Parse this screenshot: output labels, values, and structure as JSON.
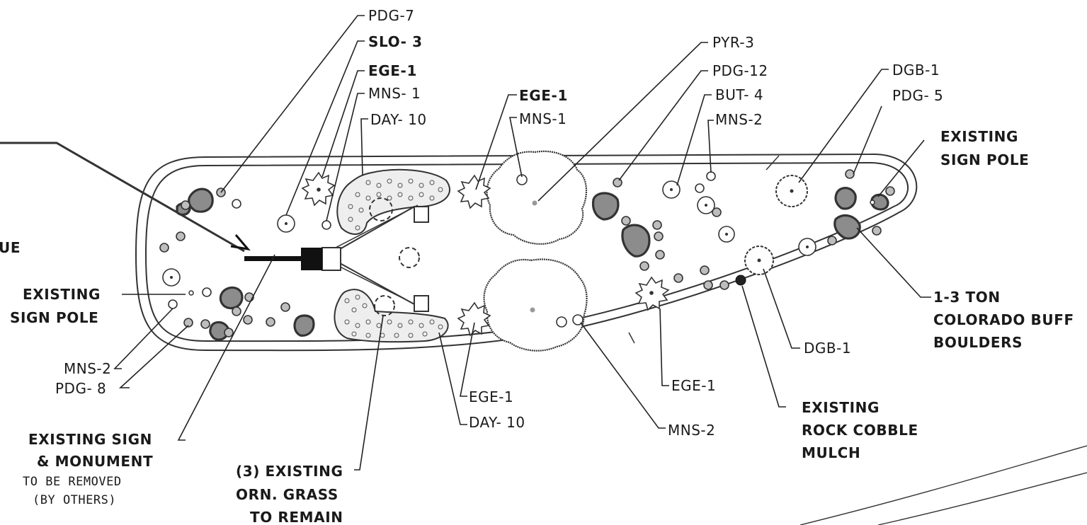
{
  "plan": {
    "labels": {
      "pdg7": "PDG-7",
      "slo3": "SLO- 3",
      "ege1_a": "EGE-1",
      "mns1_a": "MNS- 1",
      "day10_a": "DAY- 10",
      "ege1_b": "EGE-1",
      "mns1_b": "MNS-1",
      "pyr3": "PYR-3",
      "pdg12": "PDG-12",
      "but4": "BUT- 4",
      "mns2_a": "MNS-2",
      "dgb1_a": "DGB-1",
      "pdg5": "PDG- 5",
      "existing_sign_pole_right_1": "EXISTING",
      "existing_sign_pole_right_2": "SIGN POLE",
      "boulders_1": "1-3 TON",
      "boulders_2": "COLORADO BUFF",
      "boulders_3": "BOULDERS",
      "dgb1_b": "DGB-1",
      "ege1_c": "EGE-1",
      "mulch_1": "EXISTING",
      "mulch_2": "ROCK COBBLE",
      "mulch_3": "MULCH",
      "mns2_b": "MNS-2",
      "ege1_d": "EGE-1",
      "day10_b": "DAY- 10",
      "grass_1": "(3) EXISTING",
      "grass_2": "ORN. GRASS",
      "grass_3": "TO REMAIN",
      "sign_monument_1": "EXISTING SIGN",
      "sign_monument_2": "& MONUMENT",
      "sign_monument_3": "TO BE REMOVED",
      "sign_monument_4": "(BY OTHERS)",
      "pdg8": "PDG- 8",
      "mns2_c": "MNS-2",
      "existing_sign_pole_left_1": "EXISTING",
      "existing_sign_pole_left_2": "SIGN POLE",
      "edge_text": "UE"
    }
  }
}
